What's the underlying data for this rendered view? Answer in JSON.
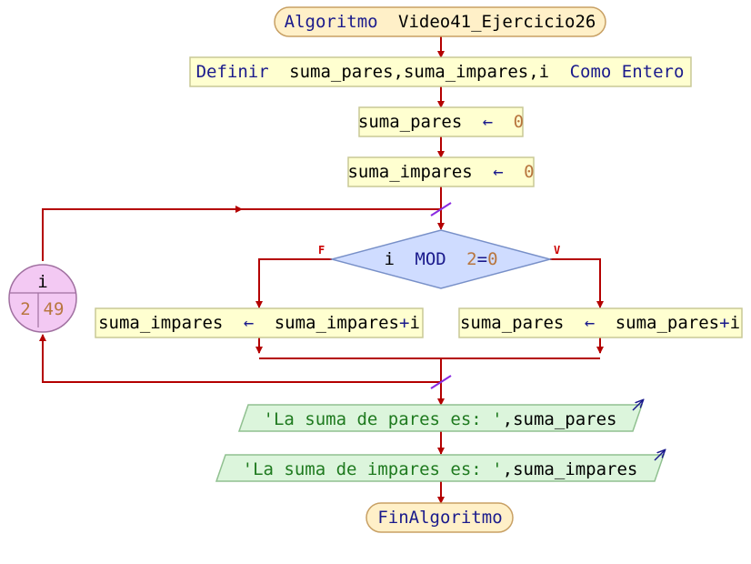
{
  "colors": {
    "flow_line": "#b40000",
    "terminal_fill": "#fff0c8",
    "process_fill": "#ffffd0",
    "process_stroke": "#c8c896",
    "decision_fill": "#cfdcff",
    "io_fill": "#dcf5dc",
    "loop_fill": "#f3c9f3",
    "loop_marker": "#8a2be2",
    "keyword": "#1a1a8c",
    "number": "#b8763f",
    "string": "#1f7a1f"
  },
  "start": {
    "keyword": "Algoritmo",
    "name": "Video41_Ejercicio26"
  },
  "define": {
    "keyword": "Definir",
    "vars": "suma_pares,suma_impares,i",
    "keyword2": "Como Entero"
  },
  "assign1": {
    "var": "suma_pares",
    "arrow": "←",
    "value": "0"
  },
  "assign2": {
    "var": "suma_impares",
    "arrow": "←",
    "value": "0"
  },
  "loop": {
    "var": "i",
    "from": "2",
    "to": "49"
  },
  "decision": {
    "left": "i",
    "op": "MOD",
    "num": "2",
    "eq": "=",
    "rhs": "0",
    "false_label": "F",
    "true_label": "V"
  },
  "branch_false": {
    "target": "suma_impares",
    "arrow": "←",
    "expr": "suma_impares",
    "plus": "+",
    "operand": "i"
  },
  "branch_true": {
    "target": "suma_pares",
    "arrow": "←",
    "expr": "suma_pares",
    "plus": "+",
    "operand": "i"
  },
  "output1": {
    "text": "'La suma de pares es: '",
    "sep": ",",
    "var": "suma_pares"
  },
  "output2": {
    "text": "'La suma de impares es: '",
    "sep": ",",
    "var": "suma_impares"
  },
  "end": {
    "label": "FinAlgoritmo"
  }
}
